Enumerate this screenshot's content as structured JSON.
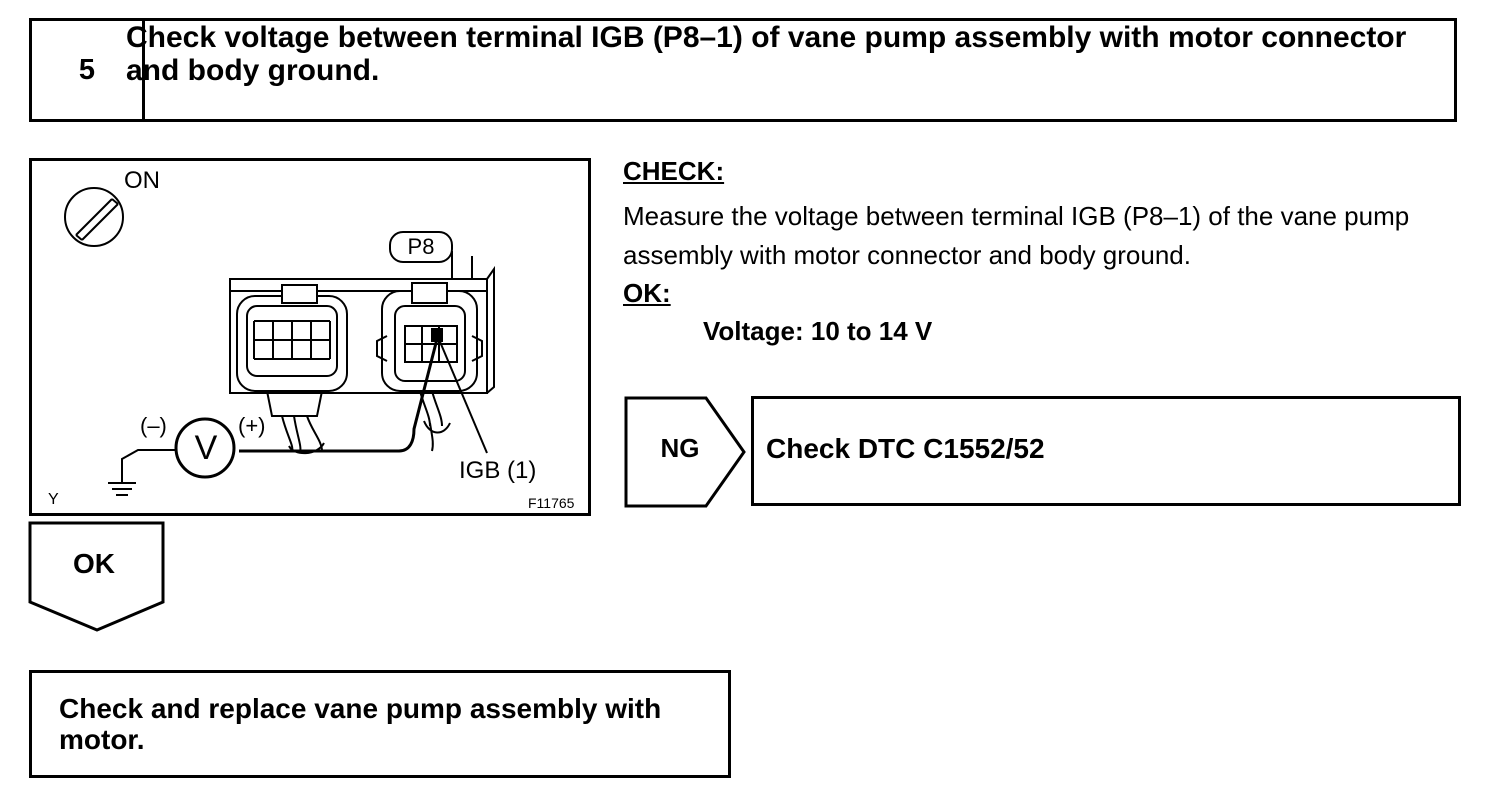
{
  "step": {
    "number": "5",
    "title": "Check voltage between terminal IGB (P8–1) of vane pump assembly with motor connector and body ground."
  },
  "diagram": {
    "ignition_label": "ON",
    "connector_label": "P8",
    "voltmeter_symbol": "V",
    "negative_probe": "(–)",
    "positive_probe": "(+)",
    "terminal_label": "IGB (1)",
    "corner_mark": "Y",
    "figure_id": "F11765"
  },
  "check": {
    "title": "CHECK:",
    "text": "Measure the voltage between terminal IGB (P8–1) of the vane pump assembly with motor connector and body ground.",
    "ok_title": "OK:",
    "ok_spec": "Voltage: 10 to 14 V"
  },
  "ng_branch": {
    "label": "NG",
    "action": "Check DTC C1552/52"
  },
  "ok_branch": {
    "label": "OK",
    "action": "Check and replace vane pump assembly with motor."
  }
}
